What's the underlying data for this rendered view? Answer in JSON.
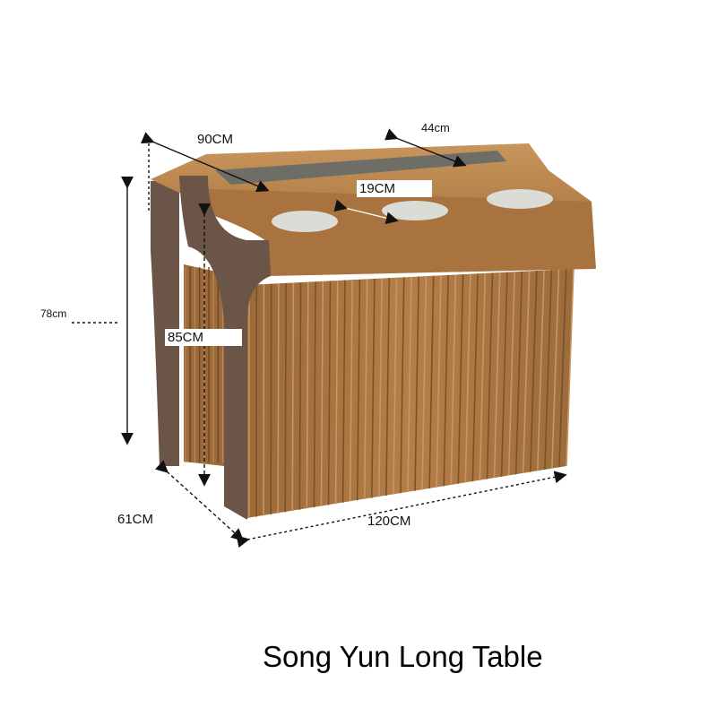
{
  "product": {
    "caption": "Song Yun Long Table"
  },
  "dimensions": {
    "top_depth": "90CM",
    "slot_width": "44cm",
    "hole_spacing": "19CM",
    "side_height": "78cm",
    "inner_height": "85CM",
    "base_depth": "61CM",
    "length": "120CM"
  },
  "colors": {
    "kraft": "#b07a44",
    "kraft_dark": "#8a5a2e",
    "side_panel": "#6b5548",
    "glass_insert": "#dcdcd6",
    "top_strip": "#6e6e66"
  }
}
